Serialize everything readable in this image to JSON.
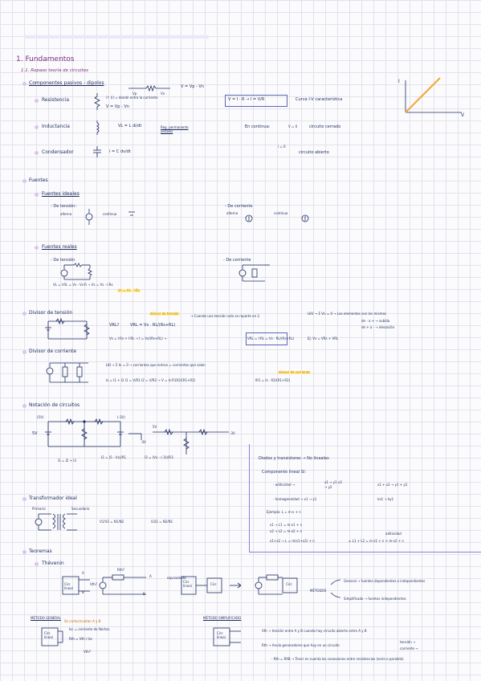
{
  "header": {
    "main_title": "1. Fundamentos",
    "section_title": "1.1. Repaso teoría de circuitos"
  },
  "passive": {
    "heading": "Componentes pasivos - dipolos",
    "dipole_vp": "Vp",
    "dipole_vn": "Vn",
    "dipole_eq": "V = Vp - Vn",
    "resistor_label": "Resistencia",
    "resistor_note": "i↑ (i) = donde entra la corriente",
    "resistor_eq": "V = Vp - Vn",
    "ohm_law": "V = I · R  →  I = V/R",
    "iv_curve": "Curva I-V característica",
    "inductor_label": "Inductancia",
    "inductor_eq": "VL = L di/dt",
    "inductor_steady": "Reg. permanente señales",
    "inductor_cont": "En continua:",
    "inductor_v0": "V = 0",
    "inductor_short": "circuito cerrado",
    "capacitor_label": "Condensador",
    "capacitor_eq": "i = C dv/dt",
    "capacitor_i0": "i = 0",
    "capacitor_open": "circuito abierto"
  },
  "iv_plot": {
    "y_axis": "I",
    "x_axis": "V",
    "line_color": "#f4a432"
  },
  "sources": {
    "heading": "Fuentes",
    "ideal": "Fuentes ideales",
    "voltage": "- De tensión:",
    "voltage_alt": "alterna",
    "voltage_dc": "continua",
    "current": "- De corriente",
    "current_alt": "alterna",
    "current_dc": "continua",
    "real": "Fuentes reales",
    "real_voltage": "- De tensión",
    "real_voltage_eq": "VL = I·RL = Vs - Vs·R → Vs = Vs - I·Rs",
    "real_voltage_hl": "Vs = Vs - I·Rs",
    "real_current": "- De corriente"
  },
  "divider_v": {
    "heading": "Divisor de tensión",
    "question": "VRL?",
    "formula": "VRL = Vs · RL/(Rs+RL)",
    "annotation": "divisor de tensión",
    "note": "→ Cuando una tensión solo se reparte en 2.",
    "chain": "Vs = I·Rs + I·RL  →  I = Vs/(Rs+RL)  →",
    "boxed": "VRL = I·RL = Vs · RL/(Rs+RL)",
    "lkv": "LKV → Σ Vn = 0 → Las elementos son los mismos",
    "lkv_rise": "de - a + → subida",
    "lkv_drop": "de + a - → elevación",
    "lkv_eq": "Ej: Vs = VRs + VRL"
  },
  "divider_i": {
    "heading": "Divisor de corriente",
    "lki": "LKI → Σ In = 0 → corrientes que entran = corrientes que salen",
    "chain": "Is = I1 + I2  I1 = V/R1  I2 = V/R2  → V = Is·R1R2/(R1+R2)",
    "result": "IR1 = Is · R2/(R1+R2)",
    "annotation": "divisor de corriente"
  },
  "notation": {
    "heading": "Notación de circuitos",
    "v_left": "5V",
    "v_5": "(5V)",
    "v_right": "(-3V)",
    "i1_eq": "I1 = I2 + I3",
    "i2_eq": "I2 = (5 - Vx)/R1",
    "i3_eq": "I3 = (Vx - (-3))/R3",
    "top_5v": "5V",
    "top_m3v": "-3V",
    "small_3v": "-3V"
  },
  "diodes": {
    "heading": "Diodos y transistores → No lineales",
    "lineal": "Componente lineal Sí:",
    "additive": "- aditividad →",
    "add_cases": "x1 → y1   x2 → y2",
    "add_result": "x1 + x2 → y1 + y2",
    "homogeneous": "- homogeneidad →  x1 → y1",
    "hom_result": "kx1 → ky1",
    "example": "Ejemplo:  L = m·x + n",
    "ex_1": "x1 → L1 = m·x1 + n",
    "ex_2": "x2 → L2 = m·x2 + n",
    "ex_3": "x1+x2 → L = m(x1+x2) + n",
    "ex_neq": "≠ L1 + L2 = m·x1 + n + m·x2 + n",
    "ex_tag": "aditividad"
  },
  "transformer": {
    "heading": "Transformador ideal",
    "primary": "Primario",
    "secondary": "Secundario",
    "ratio_v": "V1/V2 = N1/N2",
    "ratio_i": "I1/I2 = N2/N1"
  },
  "theorems": {
    "heading": "Teoremas",
    "thevenin": "Thévenin",
    "rth_q": "Rth?",
    "vth_q": "Vth?",
    "a": "A",
    "b": "B",
    "equiv": "equivalente",
    "ckt": "Circ",
    "ckt_lineal": "Circ lineal",
    "methods": "MÉTODOS",
    "general": "General → fuentes dependientes o independientes",
    "simplified": "Simplificado → fuentes independientes",
    "general_head": "MÉTODO GENERAL",
    "general_note": "Se cortocircuitan A y B",
    "isc": "Isc = corriente de Norton",
    "rth_eq": "Rth = Vth / Isc",
    "vth": "Vth?",
    "simple_head": "MÉTODO SIMPLIFICADO",
    "s1": "Vth → tensión entre A y B cuando hay circuito abierto entre A y B",
    "s2": "Rth → Anulo generadores que hay en un circuito",
    "s2a": "tensión →",
    "s2b": "corriente →",
    "s3": "- Rth = RAB → Tener en cuenta las conexiones entre resistencias (serie o paralelo)"
  }
}
